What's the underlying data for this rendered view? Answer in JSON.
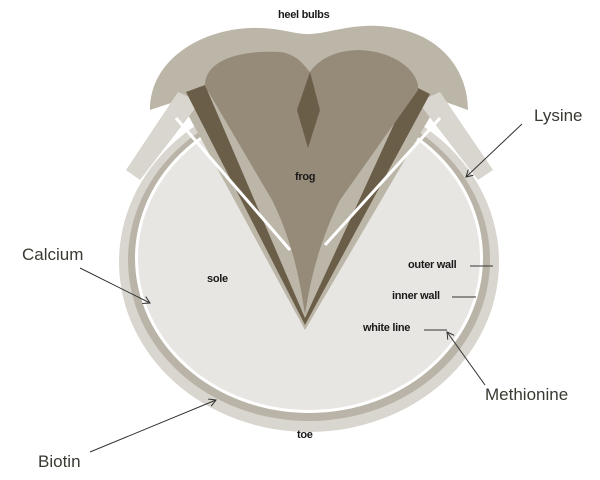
{
  "title": "Hoof anatomy and nutrients",
  "parts": {
    "heel_bulbs": "heel bulbs",
    "frog": "frog",
    "sole": "sole",
    "outer_wall": "outer wall",
    "inner_wall": "inner wall",
    "white_line": "white line",
    "toe": "toe"
  },
  "nutrients": {
    "lysine": "Lysine",
    "calcium": "Calcium",
    "methionine": "Methionine",
    "biotin": "Biotin"
  },
  "colors": {
    "outer_wall": "#d9d6cf",
    "inner_wall": "#b9b4a7",
    "sole": "#e7e6e3",
    "heel_bulbs": "#bcb6a8",
    "frog": "#968b79",
    "bars": "#6b5e48"
  }
}
